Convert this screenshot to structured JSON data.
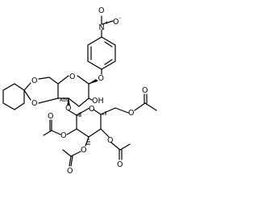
{
  "molecule": {
    "atom_labels": {
      "nitro_n": "N",
      "nitro_o_top": "O",
      "nitro_charge_plus": "+",
      "nitro_o_right": "O",
      "nitro_charge_minus": "-",
      "aryl_ether_o": "O",
      "ring_o_upper": "O",
      "dioxane_o_top": "O",
      "dioxane_o_bottom": "O",
      "stereo_abs": "Abs",
      "hydroxyl": "OH",
      "glycosidic_o": "O",
      "ring_o_lower": "O",
      "acetate_o_c6": "O",
      "acetate_o_c6_carbonyl": "O",
      "acetate_o_c2": "O",
      "acetate_o_c2_carbonyl": "O",
      "acetate_o_c3": "O",
      "acetate_o_c3_carbonyl": "O",
      "acetate_o_c4": "O",
      "acetate_o_c4_carbonyl": "O"
    }
  }
}
